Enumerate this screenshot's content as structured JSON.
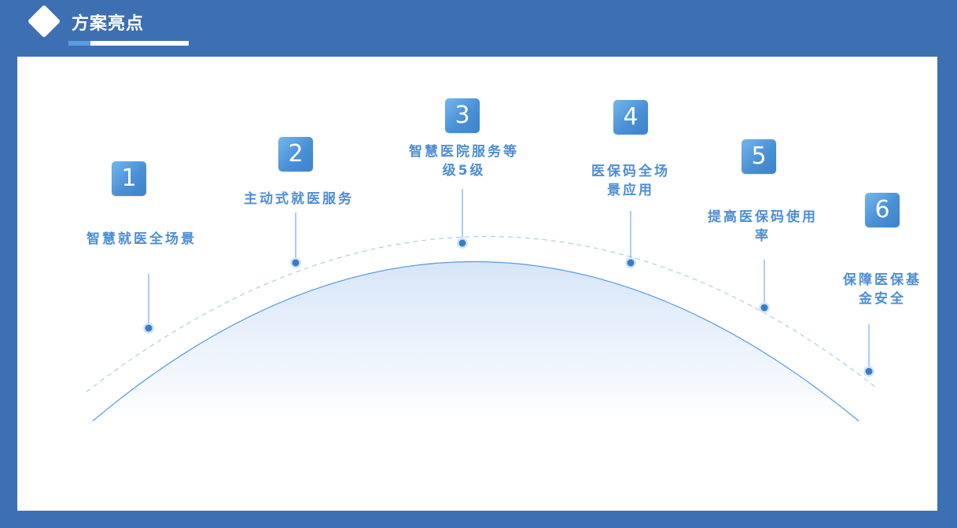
{
  "header": {
    "title": "方案亮点"
  },
  "colors": {
    "frame": "#3d70b3",
    "accent": "#4a90d6",
    "label": "#4d8ed4",
    "dot": "#3a7cc4"
  },
  "items": [
    {
      "number": "1",
      "label": "智慧就医全场景"
    },
    {
      "number": "2",
      "label": "主动式就医服务"
    },
    {
      "number": "3",
      "label": "智慧医院服务等\n级5级"
    },
    {
      "number": "4",
      "label": "医保码全场\n景应用"
    },
    {
      "number": "5",
      "label": "提高医保码使用\n率"
    },
    {
      "number": "6",
      "label": "保障医保基\n金安全"
    }
  ]
}
